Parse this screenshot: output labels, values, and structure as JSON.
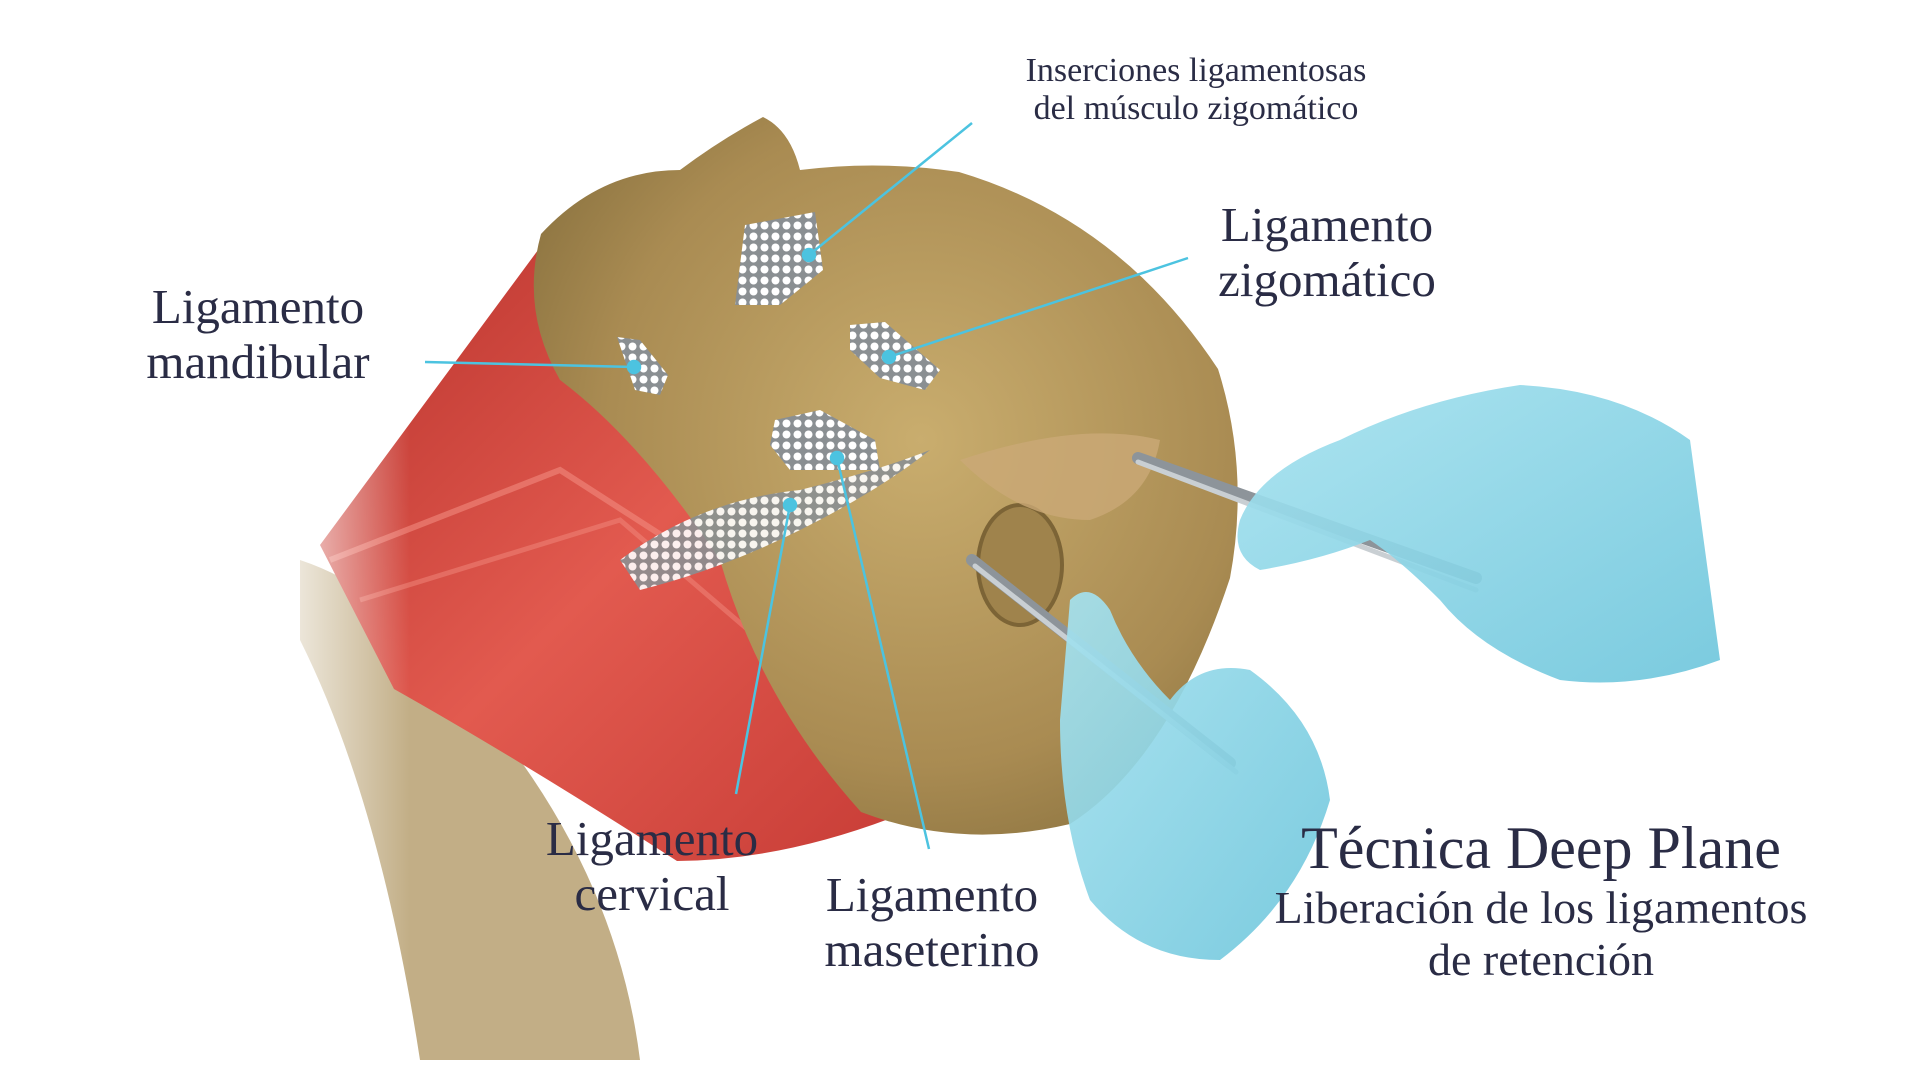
{
  "labels": {
    "zygomatic_insertions": {
      "line1": "Inserciones ligamentosas",
      "line2": "del músculo zigomático"
    },
    "zygomatic": {
      "line1": "Ligamento",
      "line2": "zigomático"
    },
    "mandibular": {
      "line1": "Ligamento",
      "line2": "mandibular"
    },
    "cervical": {
      "line1": "Ligamento",
      "line2": "cervical"
    },
    "masseteric": {
      "line1": "Ligamento",
      "line2": "maseterino"
    }
  },
  "title": {
    "main": "Técnica Deep Plane",
    "sub_line1": "Liberación de los ligamentos",
    "sub_line2": "de retención"
  },
  "colors": {
    "text": "#2a2c45",
    "leader": "#4cc3e0",
    "skin": "#b59a5e",
    "muscle": "#d9473f",
    "glove": "#8fd6e6"
  }
}
